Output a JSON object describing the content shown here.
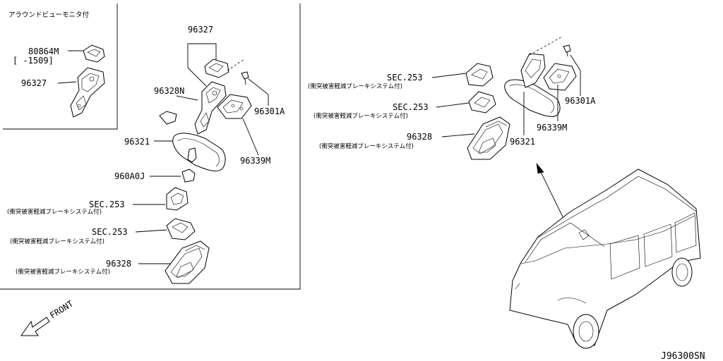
{
  "inset": {
    "note": "アラウンドビューモニタ付"
  },
  "labels": {
    "p80864m": "80864M",
    "range_bracket": "[    -1509]",
    "p96327_inset": "96327",
    "p96327": "96327",
    "p96328n": "96328N",
    "p96301a_left": "96301A",
    "p96321_left": "96321",
    "p96339m_left": "96339M",
    "p960a0j": "960A0J",
    "sec253_left_1": "SEC.253",
    "sub_left_1": "(衝突被害軽減ブレーキシステム付)",
    "sec253_left_2": "SEC.253",
    "sub_left_2": "(衝突被害軽減ブレーキシステム付)",
    "p96328_left": "96328",
    "sub_left_3": "(衝突被害軽減ブレーキシステム付)",
    "sec253_right_1": "SEC.253",
    "sub_right_1": "(衝突被害軽減ブレーキシステム付)",
    "sec253_right_2": "SEC.253",
    "sub_right_2": "(衝突被害軽減ブレーキシステム付)",
    "p96328_right": "96328",
    "sub_right_3": "(衝突被害軽減ブレーキシステム付)",
    "p96301a_right": "96301A",
    "p96339m_right": "96339M",
    "p96321_right": "96321"
  },
  "front_label": "FRONT",
  "diagram_code": "J96300SN"
}
